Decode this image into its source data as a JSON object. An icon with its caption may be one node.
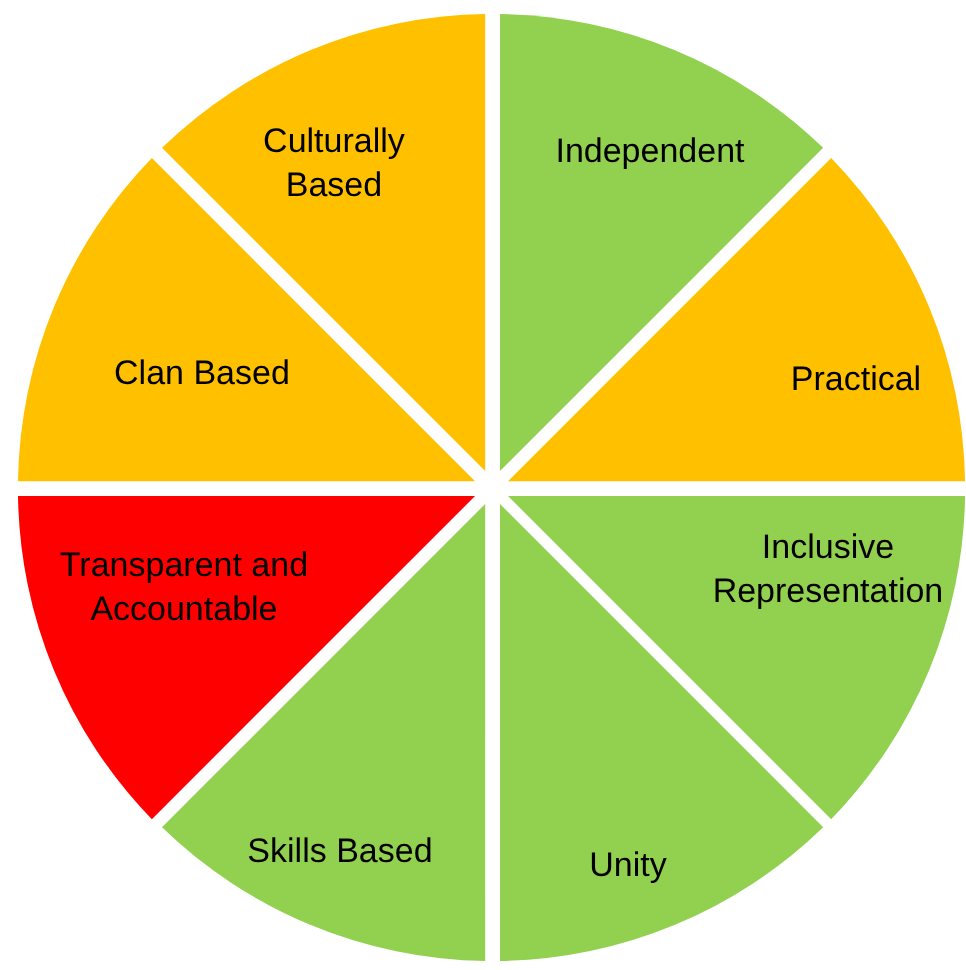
{
  "diagram": {
    "nodes": [
      {
        "text": [
          "Culturally Based"
        ]
      },
      {
        "text": [
          "Independent"
        ]
      },
      {
        "text": [
          "Clan Based"
        ]
      },
      {
        "text": [
          "Practical"
        ]
      },
      {
        "text": [
          "Transparent and Accountable"
        ]
      },
      {
        "text": [
          "Inclusive Representation"
        ]
      },
      {
        "text": [
          "Skills Based"
        ]
      },
      {
        "text": [
          "Unity"
        ]
      }
    ]
  }
}
